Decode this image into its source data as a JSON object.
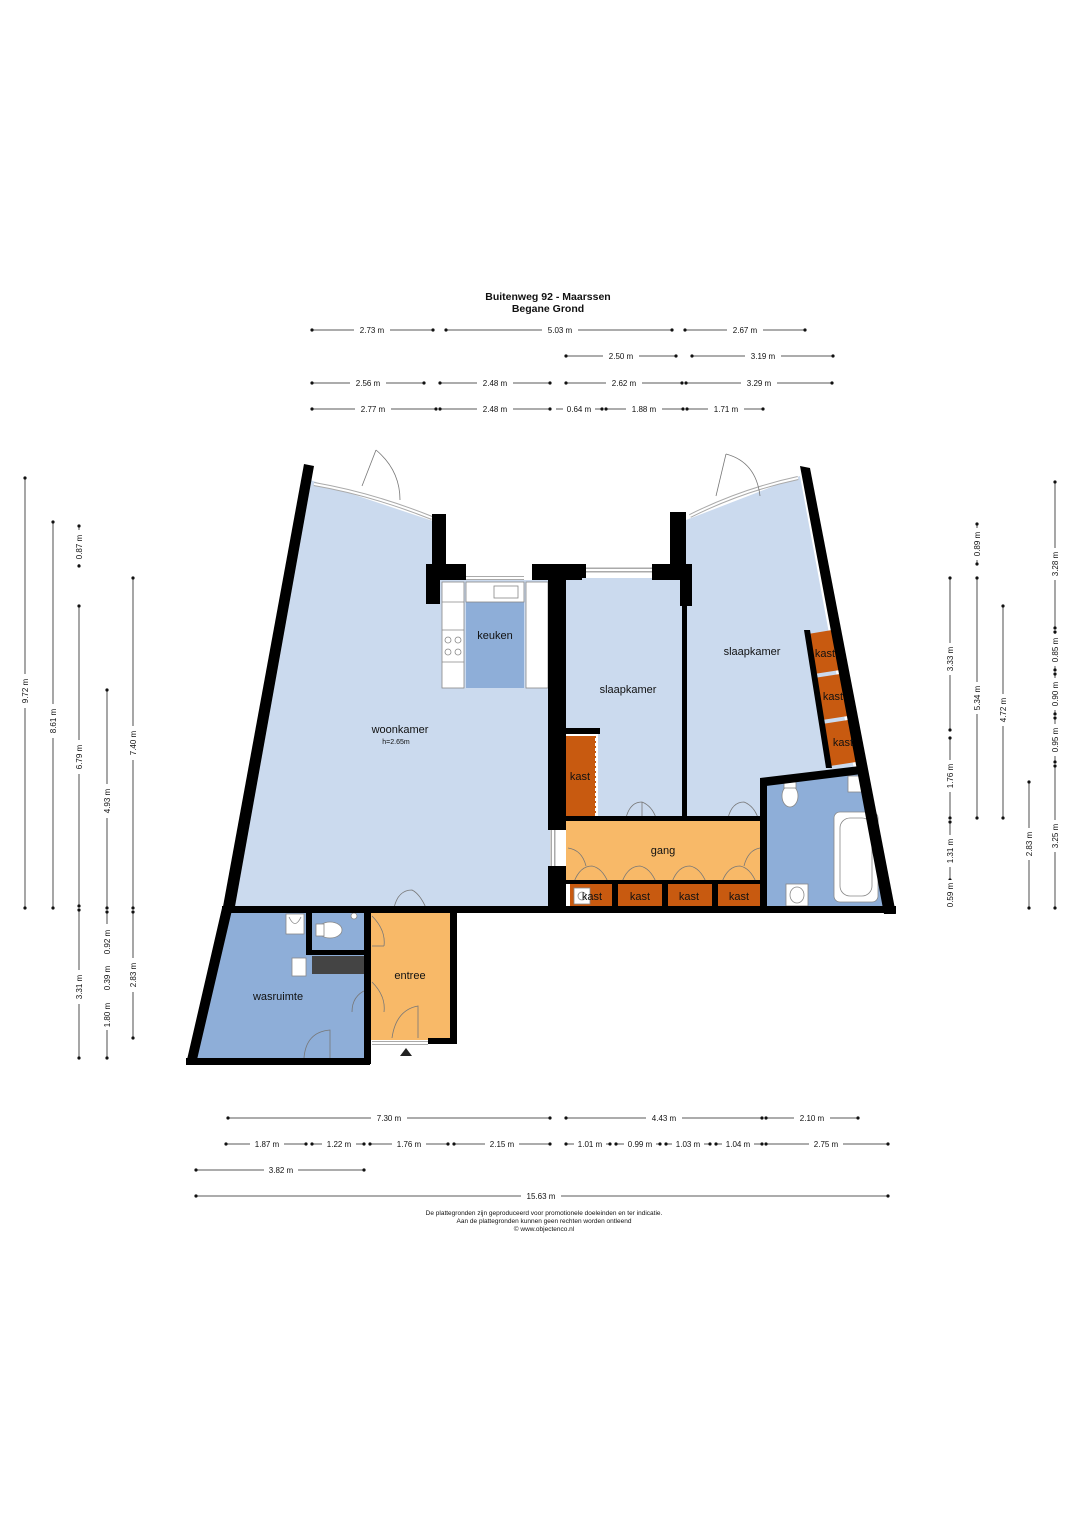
{
  "header": {
    "title": "Buitenweg 92 - Maarssen",
    "subtitle": "Begane Grond"
  },
  "colors": {
    "light_blue": "#cbdaee",
    "mid_blue": "#8eaed8",
    "orange": "#f8b968",
    "dark_orange": "#c85a10",
    "wall": "#000000"
  },
  "rooms": {
    "woonkamer": "woonkamer",
    "woonkamer_height": "h=2.65m",
    "keuken": "keuken",
    "slaapkamer_1": "slaapkamer",
    "slaapkamer_2": "slaapkamer",
    "gang": "gang",
    "entree": "entree",
    "wasruimte": "wasruimte",
    "kast_1": "kast",
    "kast_2": "kast",
    "kast_3": "kast",
    "kast_4": "kast",
    "kast_5": "kast",
    "kast_6": "kast",
    "kast_7": "kast",
    "kast_8": "kast"
  },
  "dimensions": {
    "top": {
      "row1": [
        "2.73 m",
        "5.03 m",
        "2.67 m"
      ],
      "row2": [
        "2.50 m",
        "3.19 m"
      ],
      "row3": [
        "2.56 m",
        "2.48 m",
        "2.62 m",
        "3.29 m"
      ],
      "row4": [
        "2.77 m",
        "2.48 m",
        "0.64 m",
        "1.88 m",
        "1.71 m"
      ]
    },
    "bottom": {
      "row1": [
        "7.30 m",
        "4.43 m",
        "2.10 m"
      ],
      "row2": [
        "1.87 m",
        "1.22 m",
        "1.76 m",
        "2.15 m",
        "1.01 m",
        "0.99 m",
        "1.03 m",
        "1.04 m",
        "2.75 m"
      ],
      "row3": [
        "3.82 m"
      ],
      "row4": [
        "15.63 m"
      ]
    },
    "left": {
      "col1": [
        "9.72 m"
      ],
      "col2": [
        "8.61 m"
      ],
      "col3": [
        "0.87 m",
        "6.79 m",
        "3.31 m"
      ],
      "col4": [
        "4.93 m",
        "0.39 m",
        "0.92 m",
        "1.80 m"
      ],
      "col5": [
        "7.40 m",
        "2.83 m"
      ]
    },
    "right": {
      "col1": [
        "3.33 m",
        "1.76 m",
        "1.31 m",
        "0.59 m"
      ],
      "col2": [
        "0.89 m",
        "5.34 m"
      ],
      "col3": [
        "4.72 m"
      ],
      "col4": [
        "2.83 m"
      ],
      "col5": [
        "3.28 m",
        "0.85 m",
        "0.90 m",
        "0.95 m",
        "3.25 m"
      ]
    }
  },
  "footer": {
    "line1": "De plattegronden zijn geproduceerd voor promotionele doeleinden en ter indicatie.",
    "line2": "Aan de plattegronden kunnen geen rechten worden ontleend",
    "line3": "© www.objectenco.nl"
  }
}
